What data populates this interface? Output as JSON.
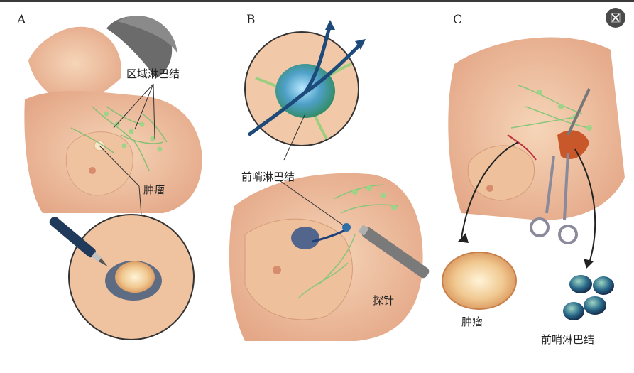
{
  "panels": [
    {
      "letter": "A",
      "labels": {
        "regional_nodes": "区域淋巴结",
        "tumor": "肿瘤"
      }
    },
    {
      "letter": "B",
      "labels": {
        "sentinel_node": "前哨淋巴结",
        "probe": "探针"
      }
    },
    {
      "letter": "C",
      "labels": {
        "tumor": "肿瘤",
        "sentinel_node": "前哨淋巴结"
      }
    }
  ],
  "toolbar": {
    "close_icon": "close-icon"
  },
  "colors": {
    "skin": "#f2c9a8",
    "skin_shadow": "#d99a7a",
    "lymph": "#8fcf8f",
    "node_blue": "#2e6fa8",
    "dye": "#2a4f8a"
  }
}
